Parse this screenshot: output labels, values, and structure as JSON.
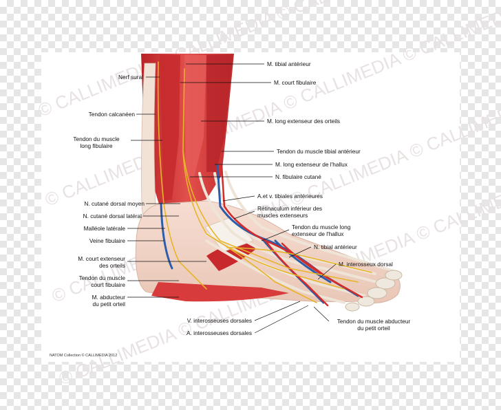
{
  "credit": "NATOM Collection © CALLIMEDIA 2012",
  "watermark_text": "© CALLIMEDIA © CALLIMEDIA © CALLIMEDIA © CALLIMEDIA",
  "colors": {
    "muscle": "#d8393a",
    "tendon": "#efe4d4",
    "nerve": "#e8b428",
    "artery": "#d42a2a",
    "vein": "#2d5ca8",
    "bone": "#f4efe6"
  },
  "labels_left": {
    "nerf_sural": "Nerf sural",
    "tendon_calcaneen": "Tendon calcanéen",
    "tendon_long_fibulaire_1": "Tendon du muscle",
    "tendon_long_fibulaire_2": "long fibulaire",
    "cutane_dorsal_moyen": "N. cutané dorsal moyen",
    "cutane_dorsal_lateral": "N. cutané dorsal latéral",
    "malleole_laterale": "Malléole latérale",
    "veine_fibulaire": "Veine fibulaire",
    "court_extenseur_1": "M. court extenseur",
    "court_extenseur_2": "des orteils",
    "tendon_court_fibulaire_1": "Tendon du muscle",
    "tendon_court_fibulaire_2": "court fibulaire",
    "abducteur_1": "M. abducteur",
    "abducteur_2": "du petit orteil"
  },
  "labels_right": {
    "tibial_anterieur": "M. tibial antérieur",
    "court_fibulaire": "M. court fibulaire",
    "long_extenseur_orteils": "M. long extenseur des orteils",
    "tendon_tibial_anterieur": "Tendon du muscle tibial antérieur",
    "long_extenseur_hallux": "M. long extenseur de l'hallux",
    "fibulaire_cutane": "N. fibulaire cutané",
    "tibiales_anterieures": "A.et v. tibiales antérieures",
    "retinaculum_1": "Rétinaculum inférieur des",
    "retinaculum_2": "muscles extenseurs",
    "tendon_long_ext_hallux_1": "Tendon du muscle long",
    "tendon_long_ext_hallux_2": "extenseur de l'hallux",
    "n_tibial_anterieur": "N. tibial antérieur",
    "interosseux_dorsal": "M. interosseux dorsal",
    "tendon_abducteur_1": "Tendon du muscle abducteur",
    "tendon_abducteur_2": "du petit orteil"
  },
  "labels_bottom": {
    "v_interosseuses": "V. interosseuses dorsales",
    "a_interosseuses": "A. interosseuses dorsales"
  }
}
